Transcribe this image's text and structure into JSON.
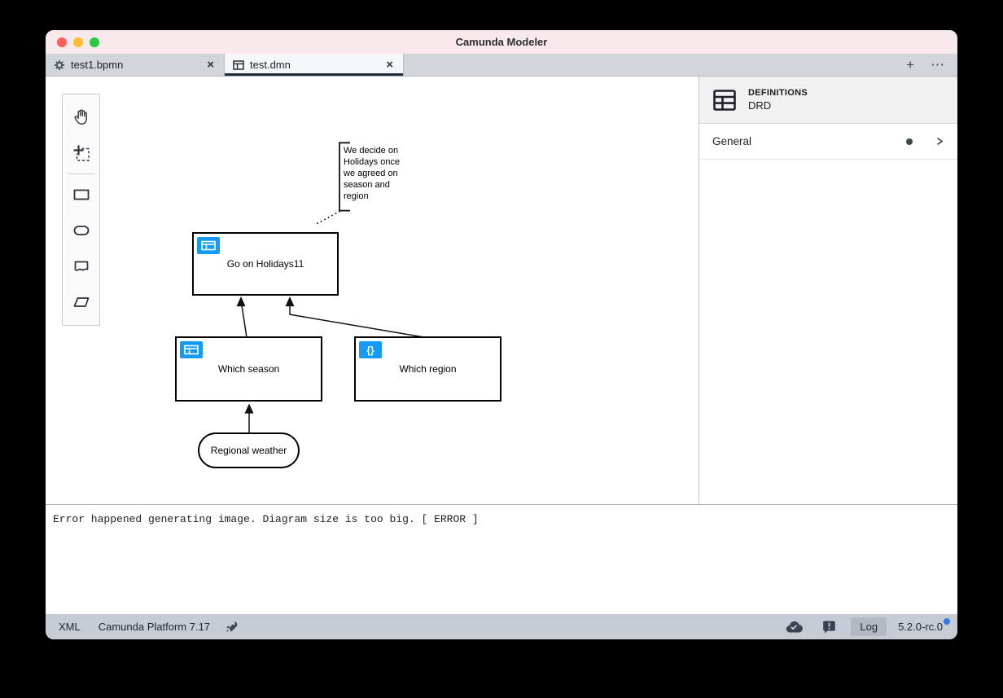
{
  "window": {
    "title": "Camunda Modeler"
  },
  "tabbar": {
    "tabs": [
      {
        "label": "test1.bpmn",
        "icon": "gear-icon",
        "close": "×"
      },
      {
        "label": "test.dmn",
        "icon": "dmn-table-icon",
        "close": "×"
      }
    ],
    "new_tab_label": "+",
    "more_label": "⋯"
  },
  "palette": {
    "tools": [
      "hand-tool",
      "lasso-tool",
      "create-decision",
      "create-input-data",
      "create-knowledge-source",
      "create-business-knowledge-model"
    ]
  },
  "diagram": {
    "annotation_text": "We decide on Holidays once we agreed on season and region",
    "nodes": {
      "holidays": {
        "label": "Go on Holidays11",
        "badge": "decision-table"
      },
      "season": {
        "label": "Which season",
        "badge": "decision-table"
      },
      "region": {
        "label": "Which region",
        "badge": "literal-expression",
        "badge_glyph": "{}"
      },
      "weather": {
        "label": "Regional weather"
      }
    }
  },
  "properties": {
    "element_type": "DEFINITIONS",
    "element_name": "DRD",
    "groups": [
      {
        "label": "General"
      }
    ]
  },
  "log": {
    "message": "Error happened generating image. Diagram size is too big. [ ERROR ]"
  },
  "statusbar": {
    "xml": "XML",
    "platform": "Camunda Platform 7.17",
    "log": "Log",
    "version": "5.2.0-rc.0"
  },
  "colors": {
    "badge_blue": "#149bf5",
    "notification_blue": "#2b7de9",
    "titlebar_pink": "#f8e9ec",
    "active_tab_underline": "#222b38"
  }
}
